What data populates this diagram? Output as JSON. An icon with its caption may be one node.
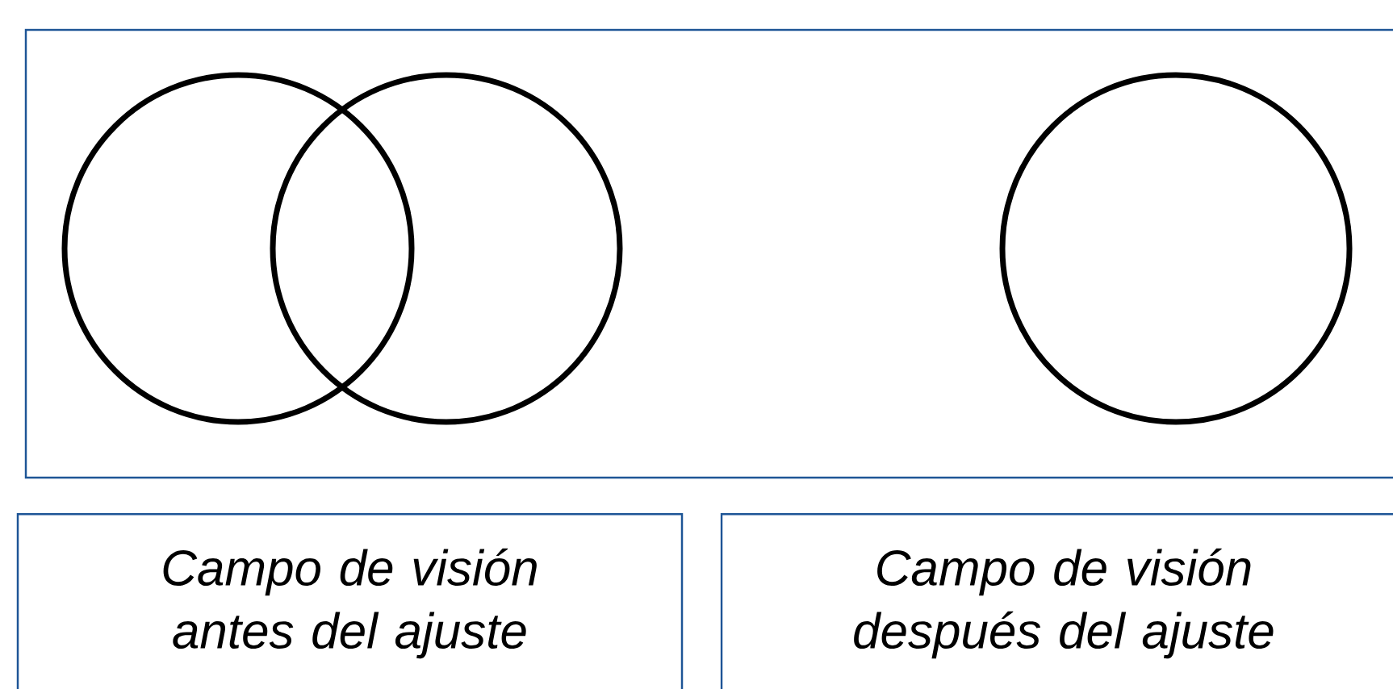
{
  "diagram": {
    "nodes": [
      {
        "text": [],
        "shape": "box"
      },
      {
        "text": [],
        "shape": "circle",
        "in": 0
      },
      {
        "text": [],
        "shape": "circle",
        "in": 0
      },
      {
        "text": [],
        "shape": "circle",
        "in": 0
      },
      {
        "text": [
          "Campo de visión antes del ajuste"
        ]
      },
      {
        "text": [
          "Campo de visión después del ajuste"
        ]
      }
    ]
  }
}
